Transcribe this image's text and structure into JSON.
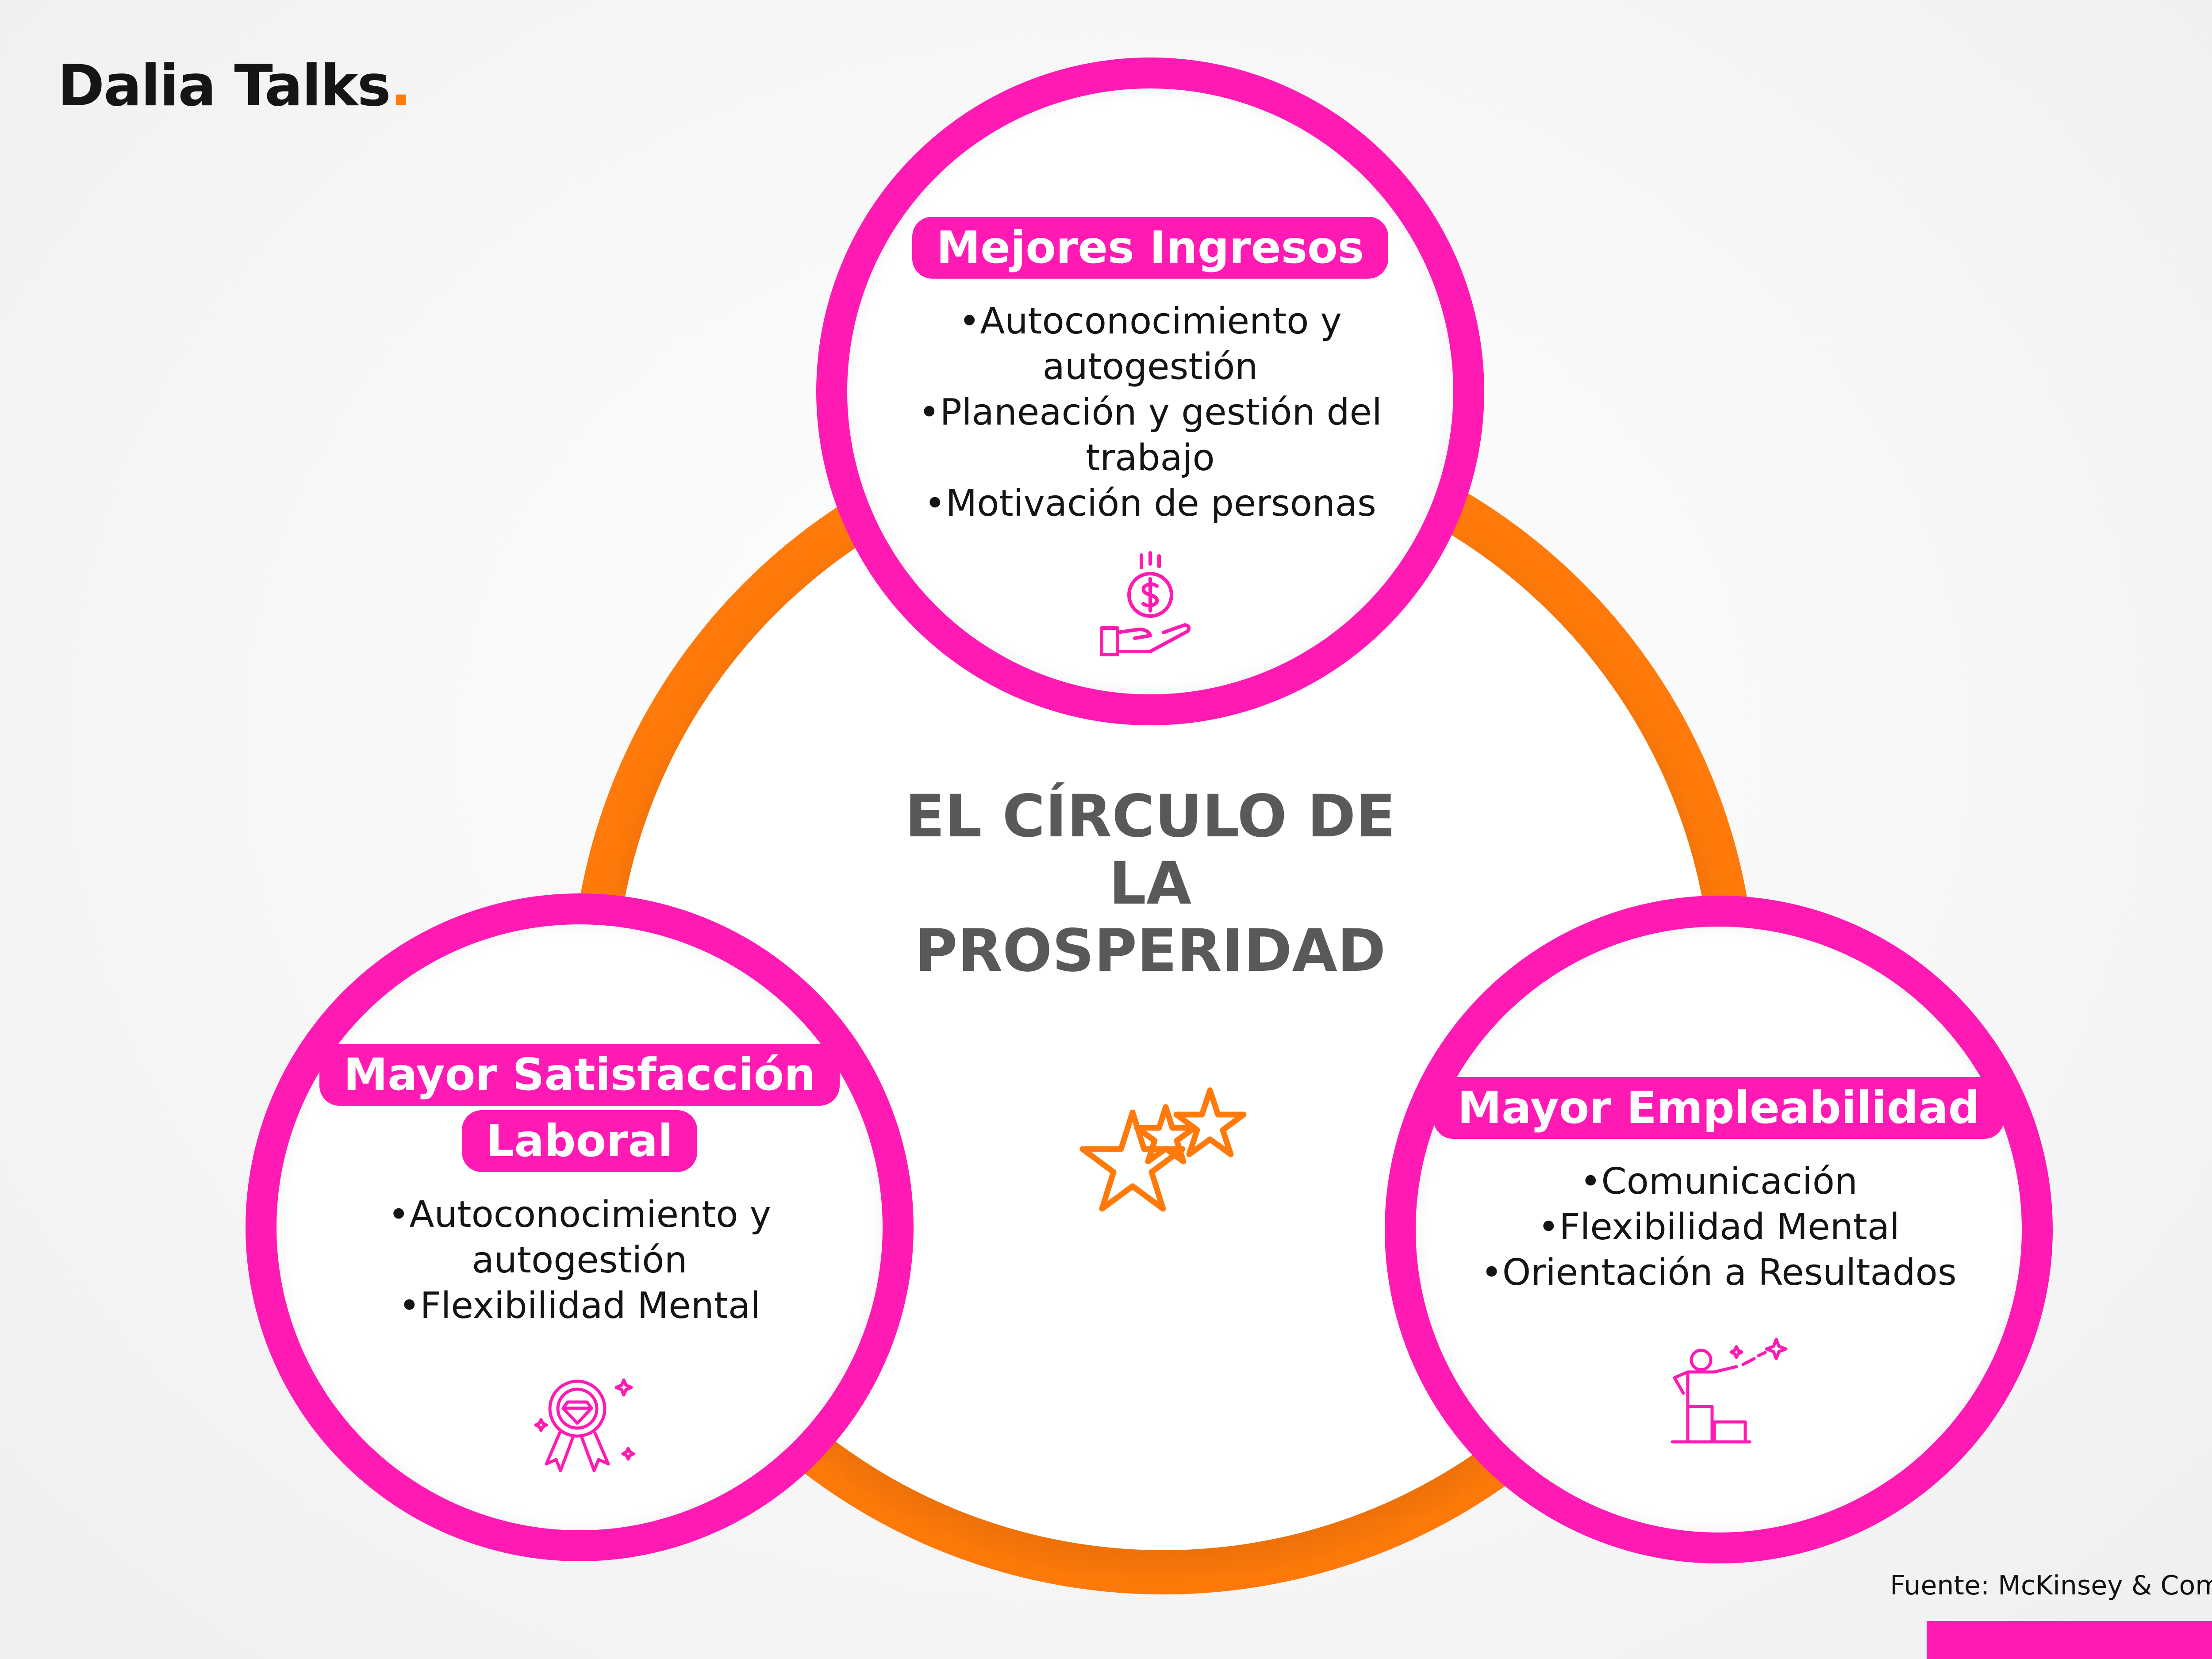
{
  "brand": {
    "name": "Dalia Talks",
    "dot": "."
  },
  "center": {
    "title_lines": [
      "EL CÍRCULO DE",
      "LA",
      "PROSPERIDAD"
    ]
  },
  "circles": [
    {
      "title_lines": [
        "Mejores Ingresos"
      ],
      "bullets": [
        "•Autoconocimiento y",
        "autogestión",
        "•Planeación y gestión del",
        "trabajo",
        "•Motivación de personas"
      ],
      "icon": "money-hand-icon"
    },
    {
      "title_lines": [
        "Mayor Satisfacción",
        "Laboral"
      ],
      "bullets": [
        "•Autoconocimiento y",
        "autogestión",
        "•Flexibilidad Mental"
      ],
      "icon": "diamond-badge-icon"
    },
    {
      "title_lines": [
        "Mayor Empleabilidad"
      ],
      "bullets": [
        "•Comunicación",
        "•Flexibilidad Mental",
        "•Orientación a Resultados"
      ],
      "icon": "person-podium-star-icon"
    }
  ],
  "source": "Fuente: McKinsey & Company",
  "colors": {
    "pink": "#ff1ab3",
    "orange": "#ff7a0a",
    "title_gray": "#595959"
  }
}
